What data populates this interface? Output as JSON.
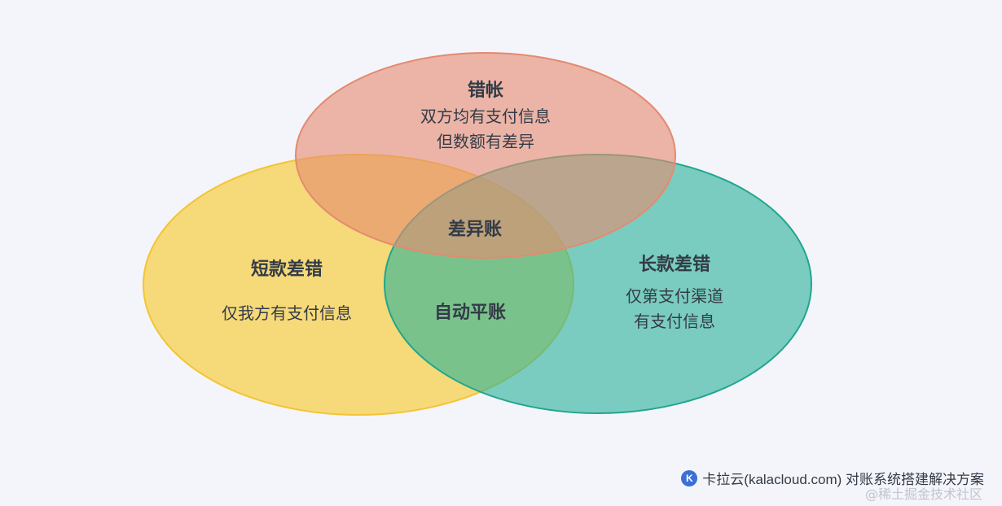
{
  "diagram": {
    "top": {
      "title": "错帐",
      "line1": "双方均有支付信息",
      "line2": "但数额有差异",
      "color": "#e58d71"
    },
    "left": {
      "title": "短款差错",
      "line1": "仅我方有支付信息",
      "color": "#f6cf45"
    },
    "right": {
      "title": "长款差错",
      "line1": "仅第支付渠道",
      "line2": "有支付信息",
      "color": "#2db39a"
    },
    "center_upper": "差异账",
    "center_lower": "自动平账"
  },
  "footer": {
    "logo_letter": "K",
    "text": "卡拉云(kalacloud.com) 对账系统搭建解决方案"
  },
  "watermark": "@稀土掘金技术社区"
}
